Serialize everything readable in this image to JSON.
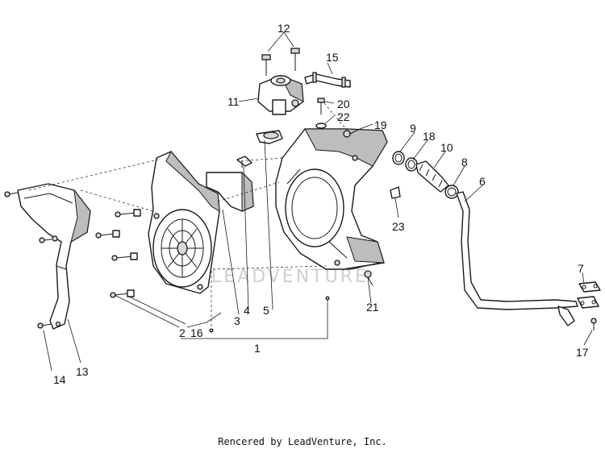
{
  "callouts": [
    "1",
    "2",
    "3",
    "4",
    "5",
    "6",
    "7",
    "8",
    "9",
    "10",
    "11",
    "12",
    "13",
    "14",
    "15",
    "16",
    "17",
    "18",
    "19",
    "20",
    "21",
    "22",
    "23"
  ],
  "watermark": "LEADVENTURE",
  "footer": "Rencered by LeadVenture, Inc."
}
